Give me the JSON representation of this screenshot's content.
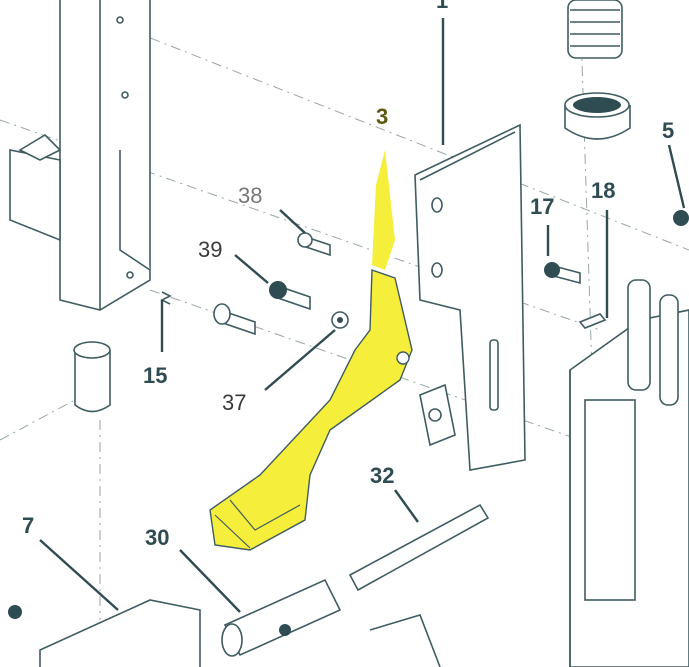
{
  "diagram": {
    "labels": {
      "p1": "1",
      "p3": "3",
      "p5": "5",
      "p7": "7",
      "p15": "15",
      "p17": "17",
      "p18": "18",
      "p30": "30",
      "p32": "32",
      "p37": "37",
      "p38": "38",
      "p39": "39"
    },
    "highlighted_part": "3",
    "colors": {
      "highlight": "#f5ee3a",
      "line": "#2f4c52"
    }
  }
}
